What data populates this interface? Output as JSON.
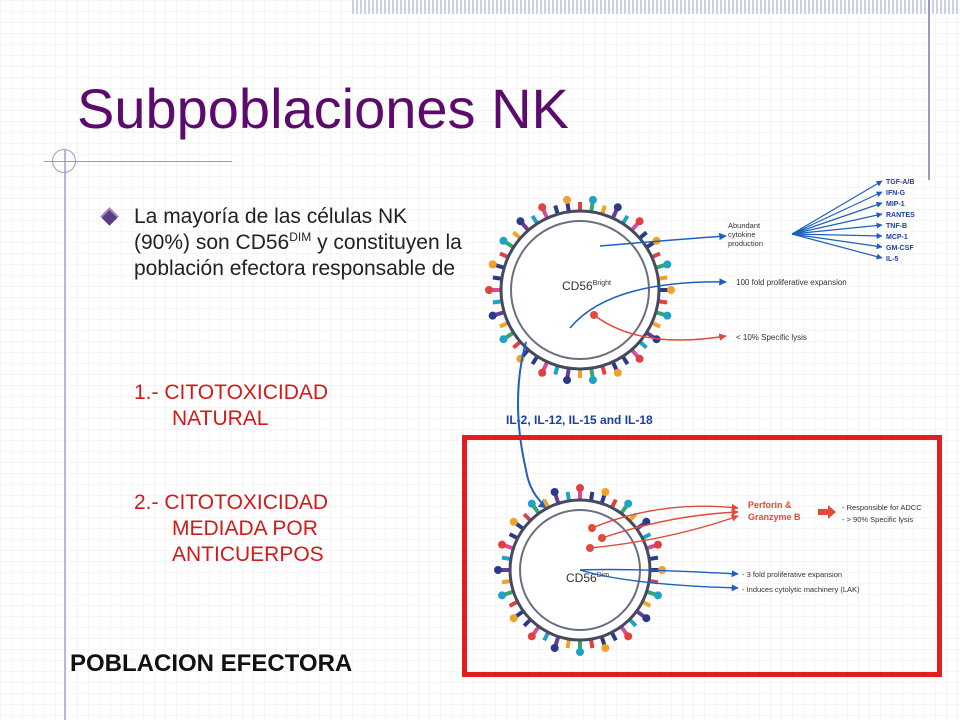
{
  "slide": {
    "title": "Subpoblaciones NK",
    "bullet": {
      "text_before": "La mayoría de las células NK (90%) son CD56",
      "superscript": "DIM",
      "text_after": " y constituyen la población efectora responsable de"
    },
    "items": [
      {
        "line1": "1.- CITOTOXICIDAD",
        "line2": "NATURAL"
      },
      {
        "line1": "2.- CITOTOXICIDAD",
        "line2": "MEDIADA POR",
        "line3": "ANTICUERPOS"
      }
    ],
    "footer": "POBLACION EFECTORA"
  },
  "figure": {
    "bright_cell": {
      "label": "CD56",
      "sup": "Bright"
    },
    "dim_cell": {
      "label": "CD56",
      "sup": "Dim"
    },
    "bright_outputs": {
      "cytokine_production": [
        "Abundant",
        "cytokine",
        "production"
      ],
      "expansion": "100 fold proliferative expansion",
      "lysis": "< 10% Specific lysis"
    },
    "cytokines": [
      "TGF-A/B",
      "IFN-G",
      "MIP-1",
      "RANTES",
      "TNF-B",
      "MCP-1",
      "GM-CSF",
      "IL-5"
    ],
    "interleukins": "IL-2, IL-12, IL-15 and IL-18",
    "dim_outputs": {
      "perforin": [
        "Perforin &",
        "Granzyme B"
      ],
      "adcc": "- Responsible for ADCC",
      "lysis": "- > 90% Specific lysis",
      "expansion": "- 3 fold proliferative expansion",
      "lak": "- Induces cytolytic machinery (LAK)"
    },
    "colors": {
      "title": "#5c0a6b",
      "list_text": "#d21a1a",
      "frame": "#e41e1e",
      "arrow_blue": "#1f5fbf",
      "arrow_red": "#e24a3a",
      "cytokine_text": "#1a3fa0"
    }
  }
}
